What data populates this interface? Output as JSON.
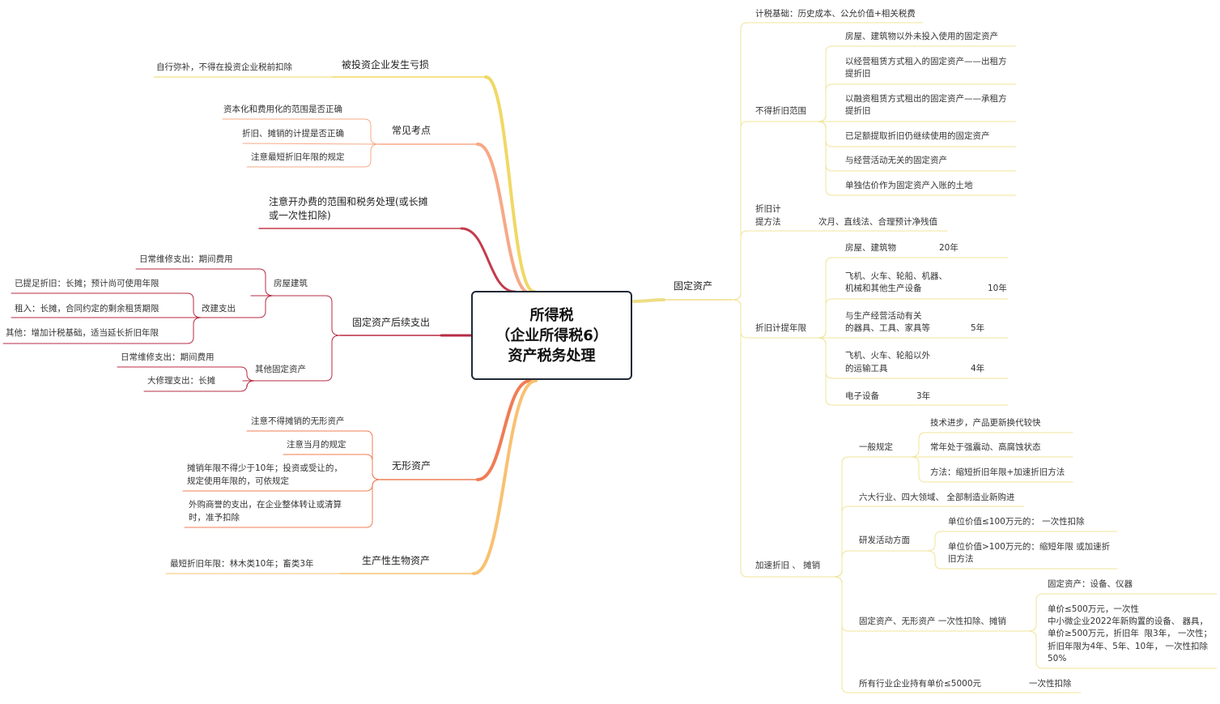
{
  "root": {
    "lines": [
      "所得税",
      "（企业所得税6）",
      "资产税务处理"
    ],
    "color": "#1f2937"
  },
  "left": {
    "loss": {
      "title": "被投资企业发生亏损",
      "item": "自行弥补，不得在投资企业税前扣除"
    },
    "common": {
      "title": "常见考点",
      "items": [
        "资本化和费用化的范围是否正确",
        "折旧、摊销的计提是否正确",
        "注意最短折旧年限的规定"
      ]
    },
    "startup": {
      "lines": [
        "注意开办费的范围和税务处理(或长摊",
        "或一次性扣除)"
      ]
    },
    "subsequent": {
      "title": "固定资产后续支出",
      "building": {
        "title": "房屋建筑",
        "daily": "日常维修支出：期间费用",
        "renovation": {
          "title": "改建支出",
          "items": [
            "已提足折旧：长摊；预计尚可使用年限",
            "租入：长摊，合同约定的剩余租赁期限",
            "其他：增加计税基础，适当延长折旧年限"
          ]
        }
      },
      "other": {
        "title": "其他固定资产",
        "items": [
          "日常维修支出：期间费用",
          "大修理支出：长摊"
        ]
      }
    },
    "intangible": {
      "title": "无形资产",
      "items": [
        {
          "lines": [
            "注意不得摊销的无形资产"
          ]
        },
        {
          "lines": [
            "注意当月的规定"
          ]
        },
        {
          "lines": [
            "摊销年限不得少于10年；投资或受让的，",
            "规定使用年限的，可依规定"
          ]
        },
        {
          "lines": [
            "外购商誉的支出，在企业整体转让或清算",
            "时，准予扣除"
          ]
        }
      ]
    },
    "bio": {
      "title": "生产性生物资产",
      "item": "最短折旧年限：林木类10年；畜类3年"
    }
  },
  "right": {
    "fixed": {
      "title": "固定资产",
      "basis": "计税基础：历史成本、公允价值+相关税费",
      "nodep": {
        "title": "不得折旧范围",
        "items": [
          {
            "lines": [
              "房屋、建筑物以外未投入使用的固定资产"
            ]
          },
          {
            "lines": [
              "以经营租赁方式租入的固定资产——出租方",
              "提折旧"
            ]
          },
          {
            "lines": [
              "以融资租赁方式租出的固定资产——承租方",
              "提折旧"
            ]
          },
          {
            "lines": [
              "已足额提取折旧仍继续使用的固定资产"
            ]
          },
          {
            "lines": [
              "与经营活动无关的固定资产"
            ]
          },
          {
            "lines": [
              "单独估价作为固定资产入账的土地"
            ]
          }
        ]
      },
      "method": {
        "lines": [
          "折旧计",
          "提方法"
        ],
        "item": "次月、直线法、合理预计净残值"
      },
      "years": {
        "title": "折旧计提年限",
        "items": [
          {
            "lines": [
              "房屋、建筑物"
            ],
            "value": "20年"
          },
          {
            "lines": [
              "飞机、火车、轮船、机器、",
              "机械和其他生产设备"
            ],
            "value": "10年"
          },
          {
            "lines": [
              "与生产经营活动有关",
              "的器具、工具、家具等"
            ],
            "value": "5年"
          },
          {
            "lines": [
              "飞机、火车、轮船以外",
              "的运输工具"
            ],
            "value": "4年"
          },
          {
            "lines": [
              "电子设备"
            ],
            "value": "3年"
          }
        ]
      },
      "accel": {
        "title": "加速折旧 、 摊销",
        "general": {
          "title": "一般规定",
          "items": [
            "技术进步，产品更新换代较快",
            "常年处于强震动、高腐蚀状态",
            "方法：缩短折旧年限+加速折旧方法"
          ]
        },
        "six": "六大行业、四大领域、 全部制造业新购进",
        "rd": {
          "title": "研发活动方面",
          "items": [
            {
              "lines": [
                "单位价值≤100万元的： 一次性扣除"
              ]
            },
            {
              "lines": [
                "单位价值>100万元的：缩短年限 或加速折",
                "旧方法"
              ]
            }
          ]
        },
        "fi": {
          "title": "固定资产、无形资产 一次性扣除、摊销",
          "items": [
            {
              "lines": [
                "固定资产：设备、仪器"
              ]
            },
            {
              "lines": [
                "单价≤500万元，一次性",
                "中小微企业2022年新购置的设备、 器具，",
                "单价≥500万元，折旧年  限3年， 一次性；",
                "折旧年限为4年、5年、10年， 一次性扣除",
                "50%"
              ]
            }
          ]
        },
        "all": {
          "title": "所有行业企业持有单价≤5000元",
          "value": "一次性扣除"
        }
      }
    }
  },
  "colors": {
    "loss": "#f0d865",
    "common": "#f7a987",
    "startup": "#c53a4d",
    "subsequent": "#b72c45",
    "intangible": "#f07d55",
    "bio": "#f8c171",
    "fixed": "#eedd86",
    "child_fixed": "#f0e49a"
  }
}
